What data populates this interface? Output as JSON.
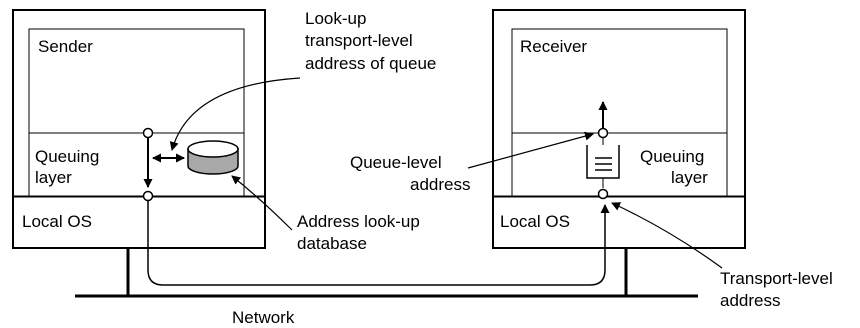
{
  "sender": {
    "title": "Sender",
    "queuing_layer_line1": "Queuing",
    "queuing_layer_line2": "layer",
    "local_os": "Local OS"
  },
  "receiver": {
    "title": "Receiver",
    "queuing_layer_line1": "Queuing",
    "queuing_layer_line2": "layer",
    "local_os": "Local OS"
  },
  "annotations": {
    "lookup_line1": "Look-up",
    "lookup_line2": "transport-level",
    "lookup_line3": "address of queue",
    "address_db_line1": "Address look-up",
    "address_db_line2": "database",
    "queue_level_line1": "Queue-level",
    "queue_level_line2": "address",
    "transport_level_line1": "Transport-level",
    "transport_level_line2": "address"
  },
  "network_label": "Network",
  "colors": {
    "database_fill": "#a8a8a8",
    "database_top": "#ffffff",
    "stroke": "#000000"
  }
}
